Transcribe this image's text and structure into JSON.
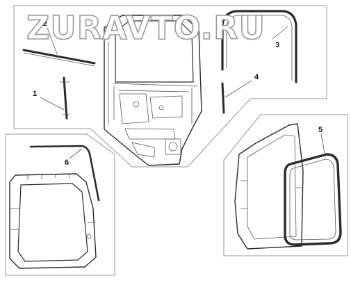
{
  "watermark": {
    "text": "ZURAVTO.RU",
    "color": "#ffffff",
    "outline": "#9a9a9a"
  },
  "callouts": [
    "1",
    "2",
    "3",
    "4",
    "5",
    "6"
  ],
  "colors": {
    "line": "#2a2a2a",
    "panel_border": "#999999",
    "seal": "#1f1f1f",
    "background": "#ffffff"
  }
}
